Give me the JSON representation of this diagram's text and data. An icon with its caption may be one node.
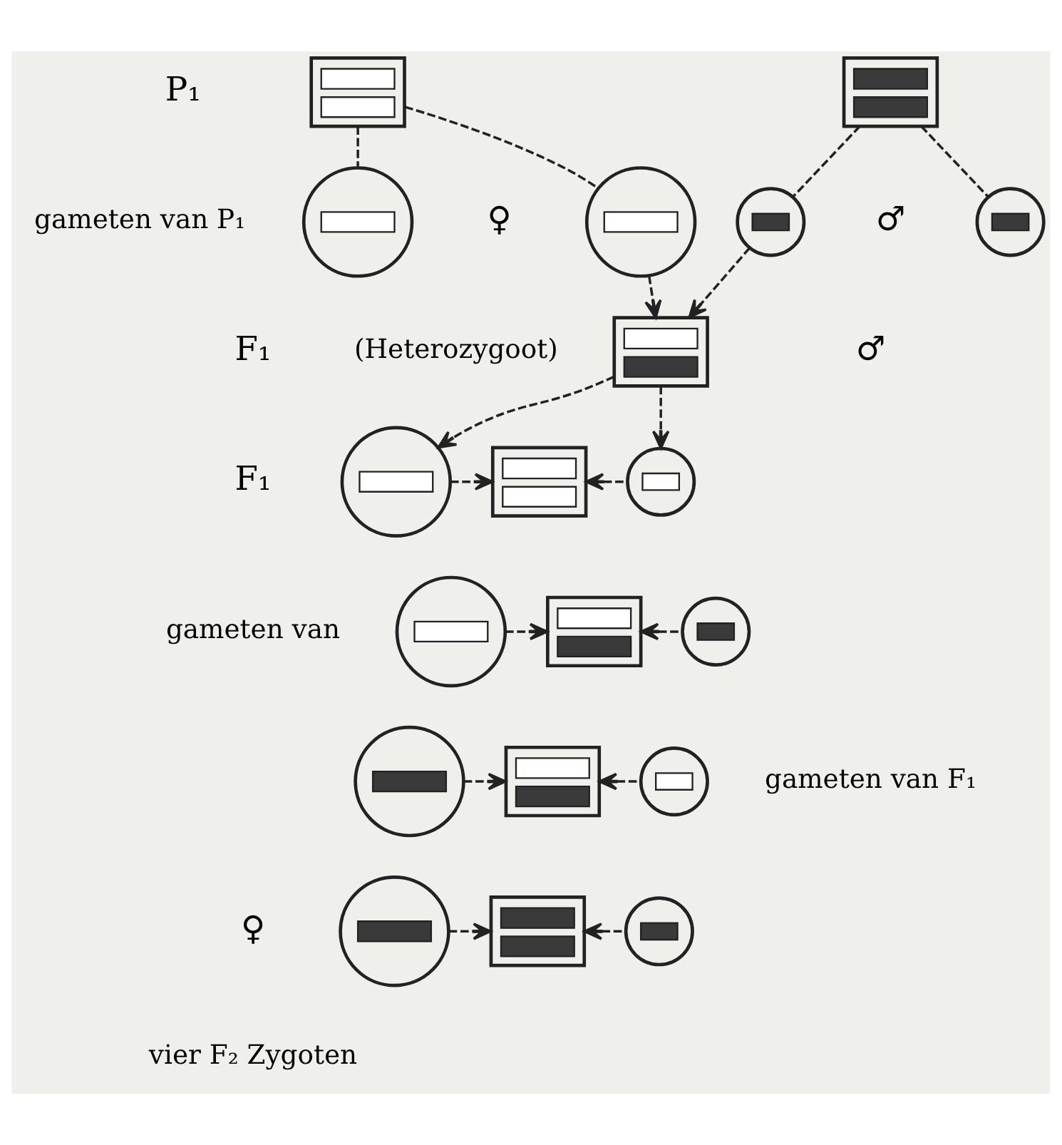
{
  "diagram": {
    "nodes": [
      {
        "text": [],
        "shape": "box"
      },
      {
        "text": [],
        "shape": "box"
      },
      {
        "text": [],
        "shape": "circle"
      },
      {
        "text": [],
        "shape": "circle"
      },
      {
        "text": [],
        "shape": "circle"
      },
      {
        "text": [],
        "shape": "circle"
      },
      {
        "text": [],
        "shape": "box"
      },
      {
        "text": [],
        "shape": "circle"
      },
      {
        "text": [],
        "shape": "box"
      },
      {
        "text": [],
        "shape": "circle"
      },
      {
        "text": [],
        "shape": "circle"
      },
      {
        "text": [],
        "shape": "box"
      },
      {
        "text": [],
        "shape": "circle"
      },
      {
        "text": [],
        "shape": "circle"
      },
      {
        "text": [],
        "shape": "box"
      },
      {
        "text": [],
        "shape": "circle"
      },
      {
        "text": [],
        "shape": "circle"
      },
      {
        "text": [],
        "shape": "box"
      },
      {
        "text": [],
        "shape": "circle"
      }
    ],
    "edges": [
      {
        "from": 0,
        "to": 2,
        "arrow": "none",
        "style": "dashed"
      },
      {
        "from": 0,
        "to": 3,
        "arrow": "none",
        "style": "dashed"
      },
      {
        "from": 1,
        "to": 4,
        "arrow": "none",
        "style": "dashed"
      },
      {
        "from": 1,
        "to": 5,
        "arrow": "none",
        "style": "dashed"
      },
      {
        "from": 3,
        "to": 6,
        "arrow": "to",
        "style": "dashed"
      },
      {
        "from": 4,
        "to": 6,
        "arrow": "to",
        "style": "dashed"
      },
      {
        "from": 6,
        "to": 7,
        "arrow": "to",
        "style": "dashed"
      },
      {
        "from": 6,
        "to": 9,
        "arrow": "to",
        "style": "dashed"
      },
      {
        "from": 7,
        "to": 8,
        "arrow": "to",
        "style": "dashed"
      },
      {
        "from": 9,
        "to": 8,
        "arrow": "to",
        "style": "dashed"
      },
      {
        "from": 10,
        "to": 11,
        "arrow": "to",
        "style": "dashed"
      },
      {
        "from": 12,
        "to": 11,
        "arrow": "to",
        "style": "dashed"
      },
      {
        "from": 13,
        "to": 14,
        "arrow": "to",
        "style": "dashed"
      },
      {
        "from": 15,
        "to": 14,
        "arrow": "to",
        "style": "dashed"
      },
      {
        "from": 16,
        "to": 17,
        "arrow": "to",
        "style": "dashed"
      },
      {
        "from": 18,
        "to": 17,
        "arrow": "to",
        "style": "dashed"
      }
    ],
    "labels": [
      "P₁",
      "gameten van P₁",
      "♀",
      "♂",
      "F₁",
      "(Heterozygoot)",
      "♂",
      "F₁",
      "gameten van",
      "gameten van F₁",
      "♀",
      "vier F₂ Zygoten"
    ]
  }
}
